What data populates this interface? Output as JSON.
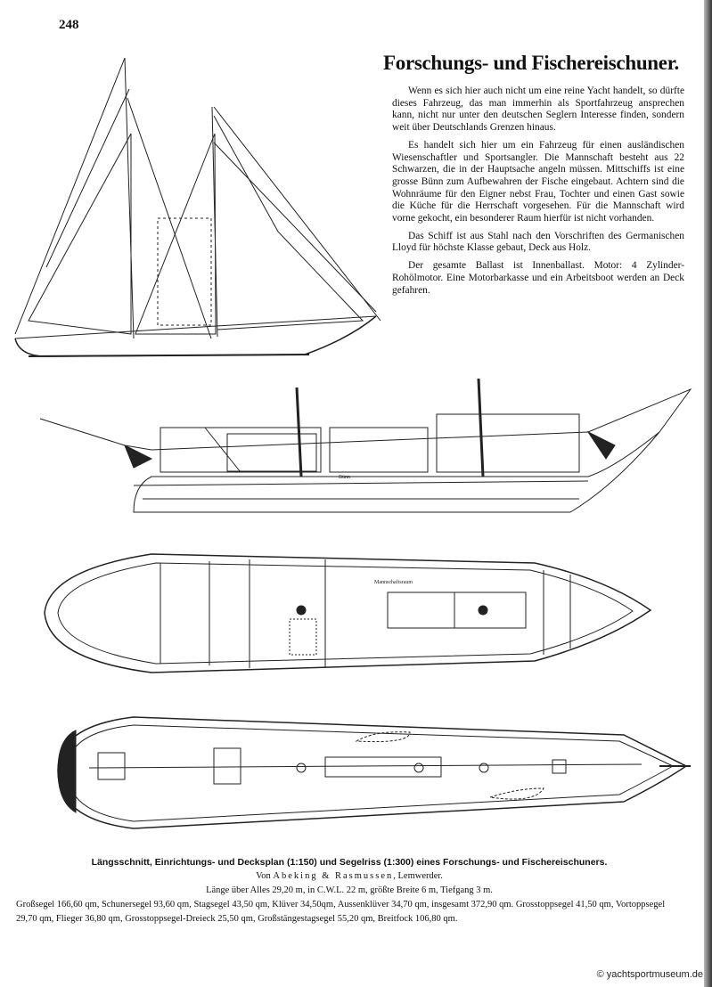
{
  "page_number": "248",
  "title": "Forschungs- und Fischereischuner.",
  "paragraphs": [
    "Wenn es sich hier auch nicht um eine reine Yacht handelt, so dürfte dieses Fahrzeug, das man immerhin als Sportfahrzeug ansprechen kann, nicht nur unter den deutschen Seglern Interesse finden, sondern weit über Deutschlands Grenzen hinaus.",
    "Es handelt sich hier um ein Fahrzeug für einen ausländischen Wiesenschaftler und Sportsangler. Die Mannschaft besteht aus 22 Schwarzen, die in der Hauptsache angeln müssen. Mittschiffs ist eine grosse Bünn zum Aufbewahren der Fische eingebaut. Achtern sind die Wohnräume für den Eigner nebst Frau, Tochter und einen Gast sowie die Küche für die Herrschaft vorgesehen. Für die Mannschaft wird vorne gekocht, ein besonderer Raum hierfür ist nicht vorhanden.",
    "Das Schiff ist aus Stahl nach den Vorschriften des Germanischen Lloyd für höchste Klasse gebaut, Deck aus Holz.",
    "Der gesamte Ballast ist Innenballast. Motor: 4 Zylinder-Rohölmotor. Eine Motorbarkasse und ein Arbeitsboot werden an Deck gefahren."
  ],
  "caption": {
    "line1": "Längsschnitt, Einrichtungs- und Decksplan (1:150) und Segelriss (1:300) eines Forschungs- und Fischereischuners.",
    "line2_prefix": "Von ",
    "line2_builder": "Abeking & Rasmussen",
    "line2_suffix": ", Lemwerder.",
    "line3": "Länge über Alles 29,20 m, in C.W.L. 22 m, größte Breite 6 m, Tiefgang 3 m.",
    "line4": "Großsegel 166,60 qm, Schunersegel 93,60 qm, Stagsegel 43,50 qm, Klüver 34,50qm, Aussenklüver 34,70 qm, insgesamt 372,90 qm. Grosstoppsegel 41,50 qm, Vortoppsegel 29,70 qm, Flieger 36,80 qm, Grosstoppsegel-Dreieck 25,50 qm, Großstängestagsegel 55,20 qm, Breitfock 106,80 qm."
  },
  "drawing_labels": {
    "buenn": "Bünn",
    "mannschaftsraum": "Mannschaftsraum"
  },
  "watermark": "© yachtsportmuseum.de"
}
